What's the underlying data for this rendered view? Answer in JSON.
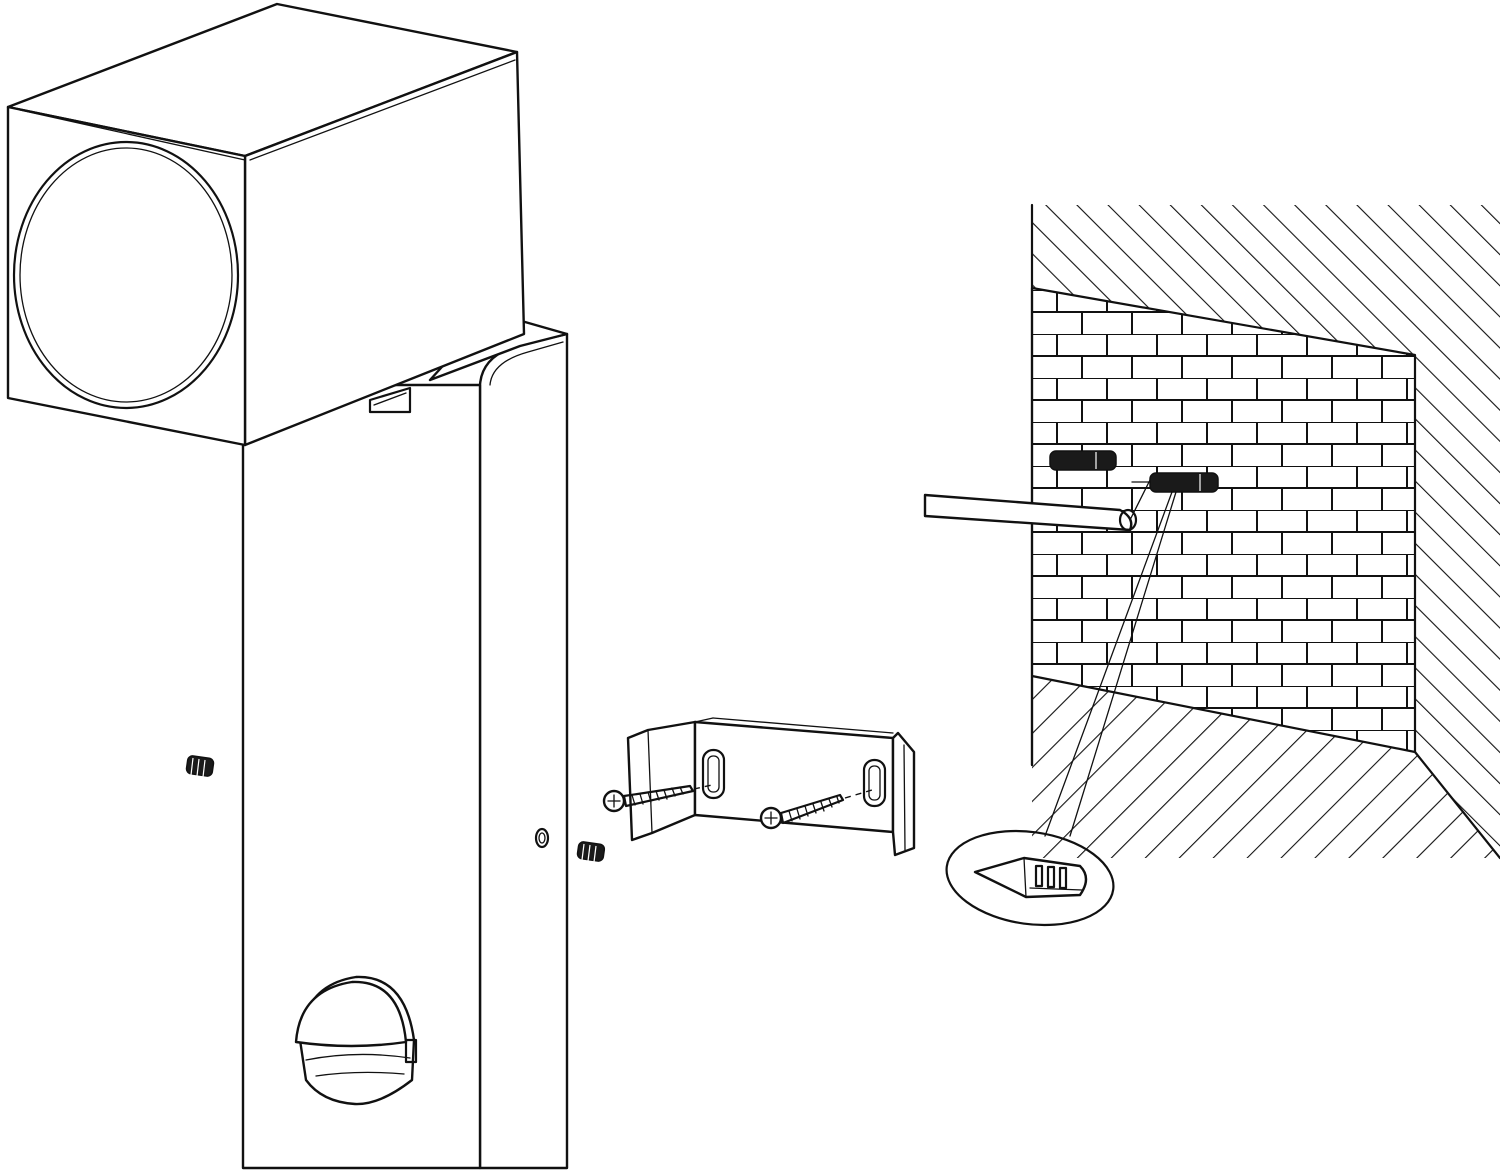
{
  "figure": {
    "kind": "wall-lamp-mounting-diagram",
    "palette": {
      "line": "#111111",
      "fill": "#ffffff",
      "dark_part": "#1a1a1a"
    },
    "parts": [
      "lamp-head",
      "lamp-body",
      "motion-sensor",
      "grub-screw",
      "mounting-bracket",
      "wood-screw",
      "brick-wall",
      "drill",
      "wall-plug",
      "wall-plug-detail"
    ],
    "grub_screw_count": 2,
    "wood_screw_count": 2,
    "wall_plug_count": 2
  }
}
